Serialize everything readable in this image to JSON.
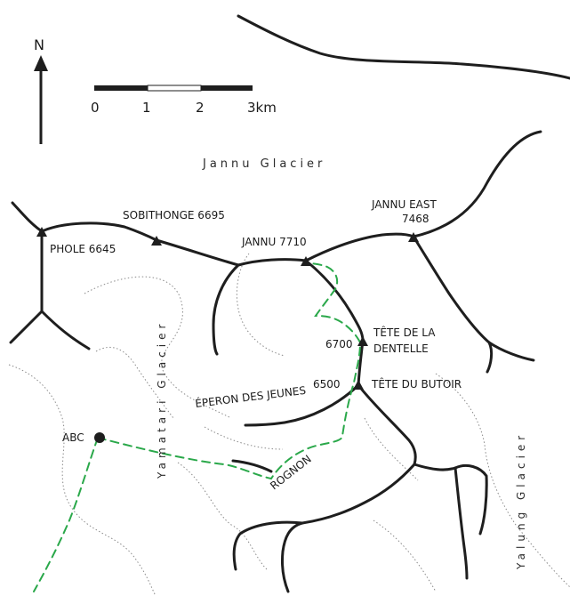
{
  "north": {
    "label": "N"
  },
  "scale_bar": {
    "ticks": [
      "0",
      "1",
      "2",
      "3km"
    ]
  },
  "glaciers": {
    "jannu": "Jannu Glacier",
    "yamatari": "Yamatari Glacier",
    "yalung": "Yalung Glacier"
  },
  "peaks": {
    "phole": "PHOLE 6645",
    "sobithonge": "SOBITHONGE 6695",
    "jannu": "JANNU 7710",
    "jannu_east_name": "JANNU EAST",
    "jannu_east_height": "7468",
    "dentelle_height": "6700",
    "dentelle_name_1": "TÊTE DE LA",
    "dentelle_name_2": "DENTELLE",
    "butoir_height": "6500",
    "butoir_name": "TÊTE DU BUTOIR"
  },
  "features": {
    "eperon": "ÉPERON DES JEUNES",
    "rognon": "ROGNON",
    "abc": "ABC"
  }
}
